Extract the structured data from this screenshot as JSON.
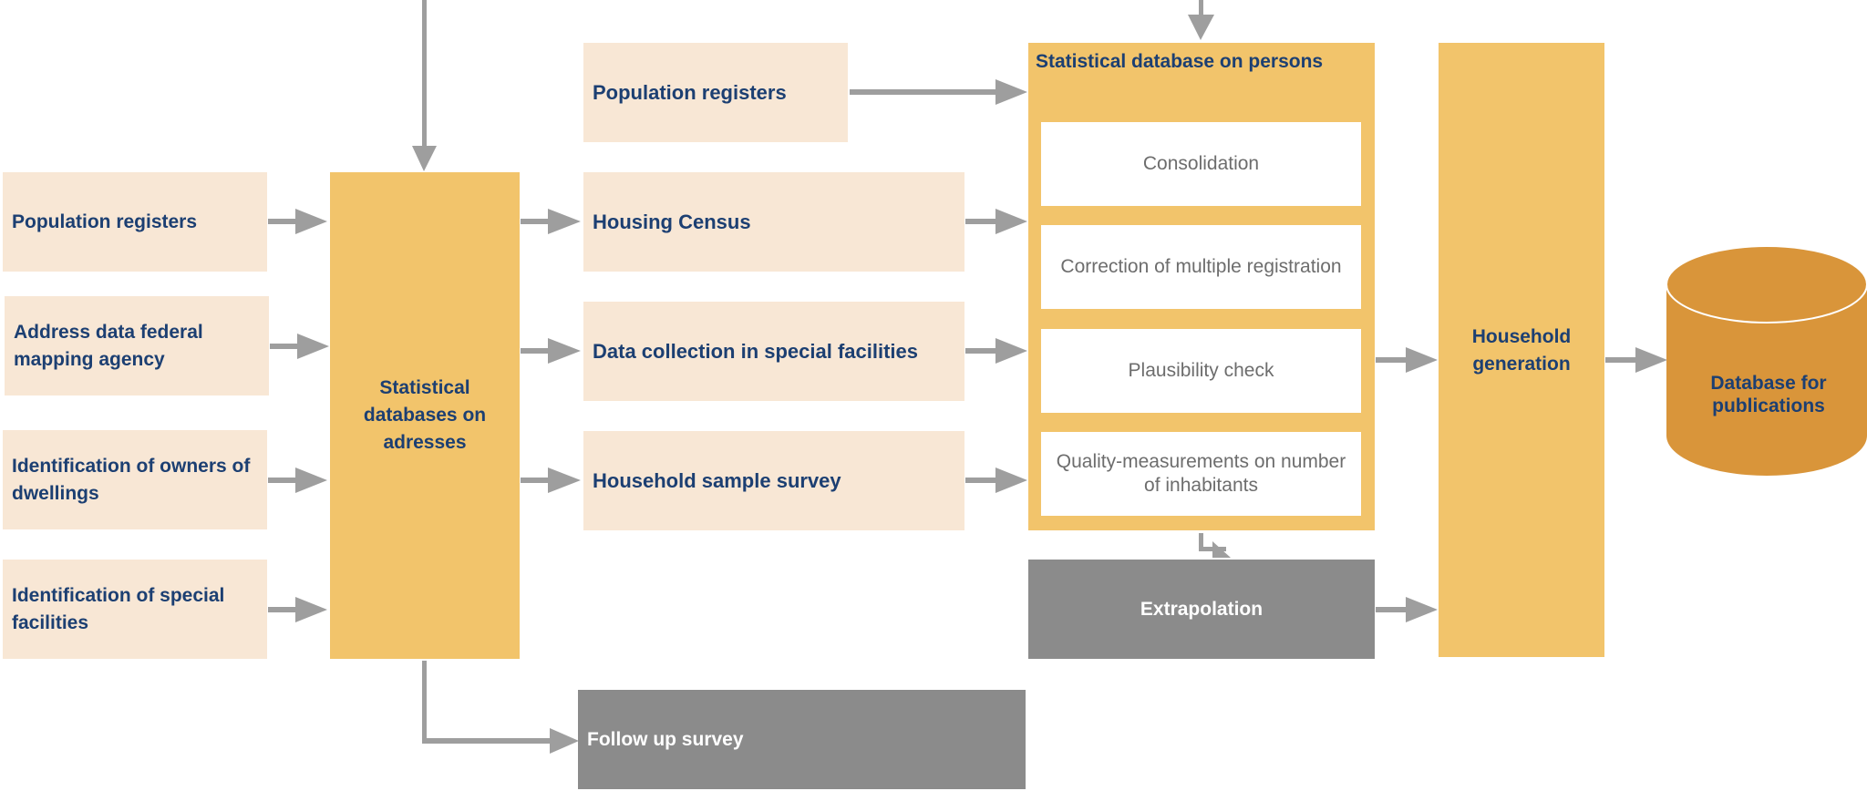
{
  "sources": [
    "Population registers",
    "Address data federal mapping agency",
    "Identification of owners of dwellings",
    "Identification of special facilities"
  ],
  "address_db": "Statistical databases on adresses",
  "middle_inputs": {
    "population_registers": "Population registers",
    "housing_census": "Housing Census",
    "special_facilities": "Data collection in special facilities",
    "sample_survey": "Household sample survey"
  },
  "persons_db": {
    "title": "Statistical database on persons",
    "steps": [
      "Consolidation",
      "Correction of multiple registration",
      "Plausibility check",
      "Quality-measurements on number of inhabitants"
    ]
  },
  "extrapolation": "Extrapolation",
  "follow_up": "Follow up survey",
  "household_generation": "Household generation",
  "publications_db": "Database for publications",
  "colors": {
    "light": "#f8e7d5",
    "gold": "#f2c46b",
    "grey": "#8b8b8b",
    "cylinder": "#d9953a",
    "text": "#1c3f72",
    "arrow": "#9e9e9e"
  }
}
